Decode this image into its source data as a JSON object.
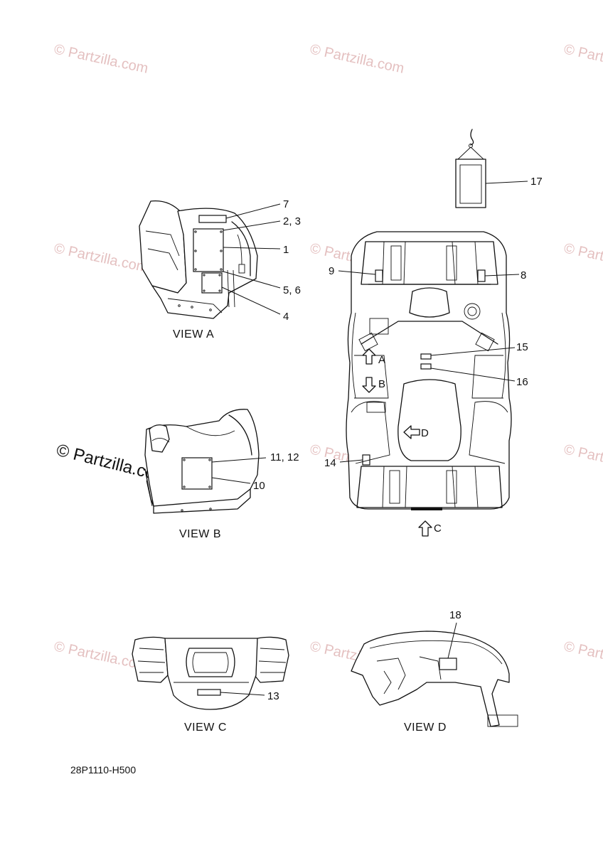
{
  "watermark": {
    "text": "© Partzilla.com",
    "color": "#d9a6a6"
  },
  "views": {
    "a": "VIEW A",
    "b": "VIEW B",
    "c": "VIEW C",
    "d": "VIEW D"
  },
  "arrows": {
    "a": "A",
    "b": "B",
    "c": "C",
    "d": "D"
  },
  "callouts": {
    "n1": "1",
    "n2_3": "2, 3",
    "n4": "4",
    "n5_6": "5, 6",
    "n7": "7",
    "n8": "8",
    "n9": "9",
    "n10": "10",
    "n11_12": "11, 12",
    "n13": "13",
    "n14": "14",
    "n15": "15",
    "n16": "16",
    "n17": "17",
    "n18": "18"
  },
  "diagram_code": "28P1110-H500"
}
